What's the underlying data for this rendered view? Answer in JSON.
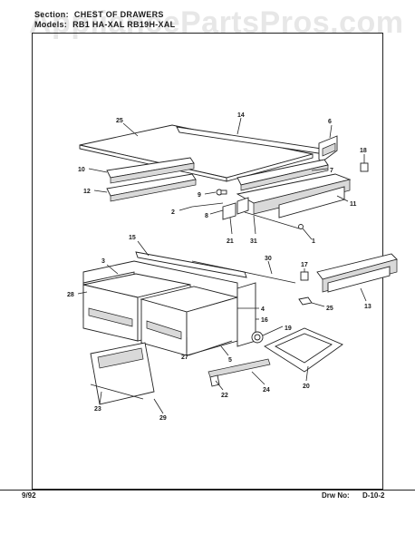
{
  "header": {
    "section_label": "Section:",
    "section_value": "CHEST OF DRAWERS",
    "models_label": "Models:",
    "models_value": "RB1 HA-XAL  RB19H-XAL"
  },
  "watermark": "AppliancePartsPros.com",
  "footer": {
    "date_code": "9/92",
    "drawing_label": "Drw No:",
    "drawing_number": "D-10-2"
  },
  "callouts": [
    {
      "id": "c25a",
      "text": "25"
    },
    {
      "id": "c14",
      "text": "14"
    },
    {
      "id": "c6",
      "text": "6"
    },
    {
      "id": "c18",
      "text": "18"
    },
    {
      "id": "c10",
      "text": "10"
    },
    {
      "id": "c7",
      "text": "7"
    },
    {
      "id": "c12",
      "text": "12"
    },
    {
      "id": "c9",
      "text": "9"
    },
    {
      "id": "c11",
      "text": "11"
    },
    {
      "id": "c2",
      "text": "2"
    },
    {
      "id": "c8",
      "text": "8"
    },
    {
      "id": "c21",
      "text": "21"
    },
    {
      "id": "c31",
      "text": "31"
    },
    {
      "id": "c1",
      "text": "1"
    },
    {
      "id": "c15",
      "text": "15"
    },
    {
      "id": "c30",
      "text": "30"
    },
    {
      "id": "c3",
      "text": "3"
    },
    {
      "id": "c17",
      "text": "17"
    },
    {
      "id": "c28",
      "text": "28"
    },
    {
      "id": "c13",
      "text": "13"
    },
    {
      "id": "c25b",
      "text": "25"
    },
    {
      "id": "c4",
      "text": "4"
    },
    {
      "id": "c16",
      "text": "16"
    },
    {
      "id": "c19",
      "text": "19"
    },
    {
      "id": "c27",
      "text": "27"
    },
    {
      "id": "c5",
      "text": "5"
    },
    {
      "id": "c20",
      "text": "20"
    },
    {
      "id": "c22",
      "text": "22"
    },
    {
      "id": "c24",
      "text": "24"
    },
    {
      "id": "c23",
      "text": "23"
    },
    {
      "id": "c29",
      "text": "29"
    }
  ]
}
